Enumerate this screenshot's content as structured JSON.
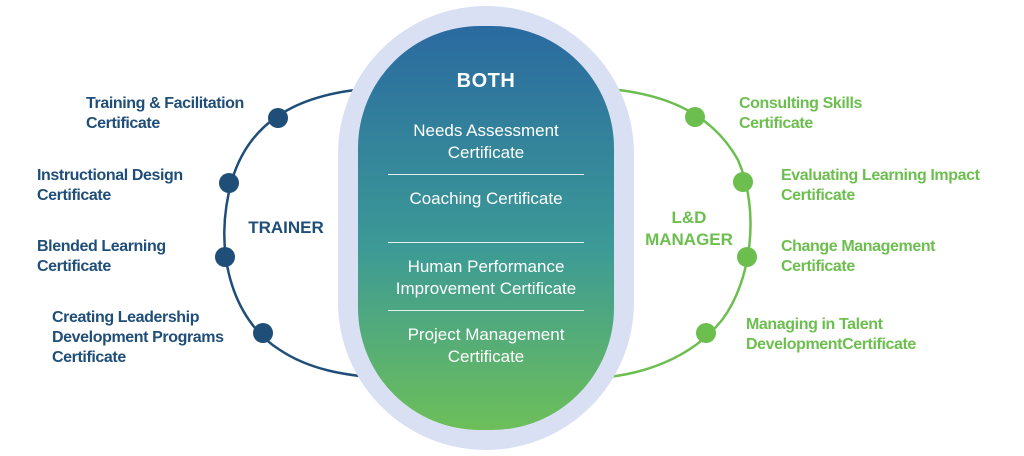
{
  "both": {
    "heading": "BOTH",
    "items": [
      "Needs Assessment Certificate",
      "Coaching Certificate",
      "Human Performance Improvement Certificate",
      "Project Management Certificate"
    ]
  },
  "trainer": {
    "title": "TRAINER",
    "items": [
      "Training & Facilitation Certificate",
      "Instructional Design Certificate",
      "Blended Learning Certificate",
      "Creating Leadership Development Programs Certificate"
    ]
  },
  "manager": {
    "title": "L&D MANAGER",
    "items": [
      "Consulting Skills Certificate",
      "Evaluating Learning Impact Certificate",
      "Change Management Certificate",
      "Managing in Talent DevelopmentCertificate"
    ]
  },
  "colors": {
    "trainer": "#1f4e79",
    "manager": "#6cbf4f",
    "gradient_top": "#2a6aa0",
    "gradient_bottom": "#6dbf59",
    "halo": "#d9e0f3"
  }
}
